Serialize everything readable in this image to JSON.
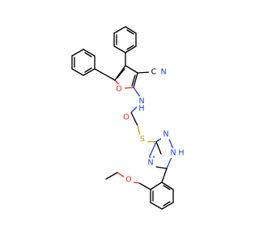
{
  "molecule": {
    "colors": {
      "carbon": "#000000",
      "nitrogen": "#1f3fd8",
      "oxygen": "#e0281e",
      "sulfur": "#b8a200"
    },
    "atom_labels": {
      "nitrile_n": "N",
      "nitrile_c": "C",
      "furan_o": "O",
      "amide_n": "N",
      "amide_h": "H",
      "carbonyl_o": "O",
      "thioether_s": "S",
      "triazole_n4": "N",
      "triazole_n2": "N",
      "triazole_n1h": "N",
      "triazole_h": "H",
      "ether_o": "O"
    }
  }
}
